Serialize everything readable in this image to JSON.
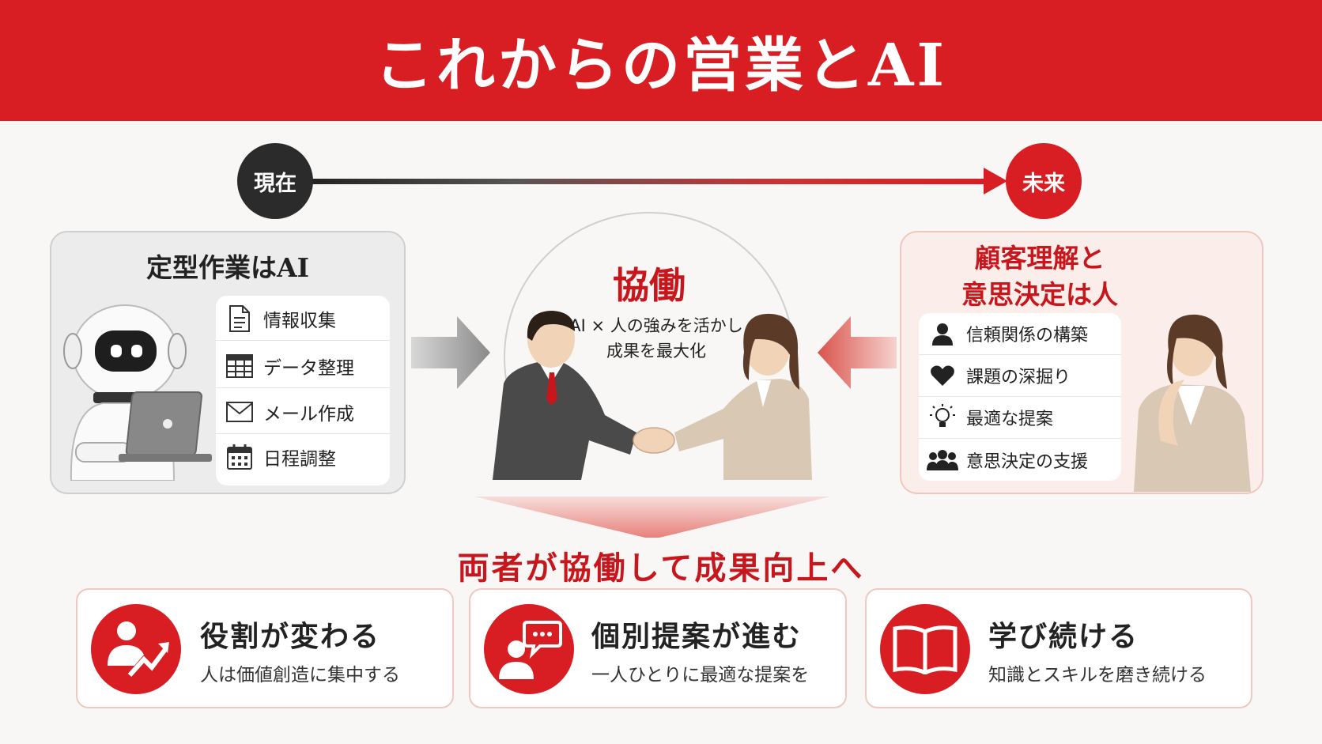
{
  "header": {
    "title": "これからの営業とAI"
  },
  "timeline": {
    "start_label": "現在",
    "end_label": "未来"
  },
  "left_panel": {
    "title": "定型作業はAI",
    "tasks": [
      {
        "label": "情報収集",
        "icon": "document-icon"
      },
      {
        "label": "データ整理",
        "icon": "table-icon"
      },
      {
        "label": "メール作成",
        "icon": "mail-icon"
      },
      {
        "label": "日程調整",
        "icon": "calendar-icon"
      }
    ]
  },
  "center": {
    "title": "協働",
    "subtitle_line1": "AI × 人の強みを活かし",
    "subtitle_line2": "成果を最大化"
  },
  "right_panel": {
    "title_line1": "顧客理解と",
    "title_line2": "意思決定は人",
    "items": [
      {
        "label": "信頼関係の構築",
        "icon": "person-icon"
      },
      {
        "label": "課題の深掘り",
        "icon": "heart-icon"
      },
      {
        "label": "最適な提案",
        "icon": "lightbulb-icon"
      },
      {
        "label": "意思決定の支援",
        "icon": "group-icon"
      }
    ]
  },
  "result": {
    "text": "両者が協働して成果向上へ"
  },
  "cards": [
    {
      "title": "役割が変わる",
      "text": "人は価値創造に集中する",
      "icon": "growth-person-icon"
    },
    {
      "title": "個別提案が進む",
      "text": "一人ひとりに最適な提案を",
      "icon": "chat-person-icon"
    },
    {
      "title": "学び続ける",
      "text": "知識とスキルを磨き続ける",
      "icon": "book-icon"
    }
  ],
  "colors": {
    "accent": "#d81e22",
    "dark": "#2b2b2b"
  }
}
